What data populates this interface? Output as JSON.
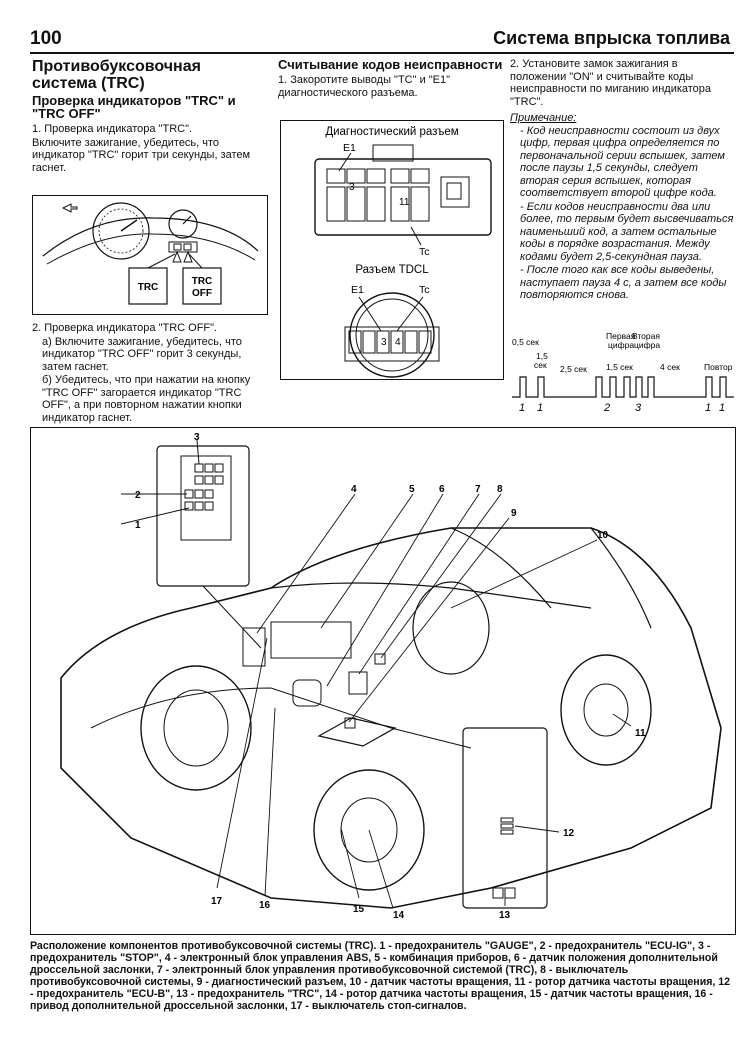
{
  "header": {
    "page_number": "100",
    "title": "Система впрыска топлива"
  },
  "col1": {
    "heading": "Противобуксовочная система (TRC)",
    "subheading": "Проверка индикаторов \"TRC\" и \"TRC OFF\"",
    "step1_title": "1. Проверка индикатора \"TRC\".",
    "step1_text": "Включите зажигание, убедитесь, что индикатор \"TRC\" горит три секунды, затем гаснет.",
    "fig_label_trc": "TRC",
    "fig_label_trc_off_1": "TRC",
    "fig_label_trc_off_2": "OFF",
    "step2_title": "2. Проверка индикатора \"TRC OFF\".",
    "step2_a": "а) Включите зажигание, убедитесь, что индикатор \"TRC OFF\" горит 3 секунды, затем гаснет.",
    "step2_b": "б) Убедитесь, что при нажатии на кнопку \"TRC OFF\" загорается индикатор \"TRC OFF\", а при повторном нажатии кнопки индикатор гаснет."
  },
  "col2": {
    "heading": "Считывание кодов неисправности",
    "step1": "1. Закоротите выводы \"TC\" и \"E1\" диагностического разъема.",
    "fig_title_1": "Диагностический разъем",
    "fig_title_2": "Разъем TDCL",
    "label_e1": "E1",
    "label_tc": "Tc",
    "label_3": "3",
    "label_11": "11",
    "label_4": "4"
  },
  "col3": {
    "step2": "2. Установите замок зажигания в положении \"ON\" и считывайте коды неисправности по миганию индикатора \"TRC\".",
    "note_title": "Примечание:",
    "note_1": "- Код неисправности состоит из двух цифр, первая цифра определяется по первоначальной серии вспышек, затем после паузы 1,5 секунды, следует вторая серия вспышек, которая соответствует второй цифре кода.",
    "note_2": "- Если кодов неисправности два или более, то первым будет высвечиваться наименьший код, а затем остальные коды в порядке возрастания. Между кодами будет 2,5-секундная пауза.",
    "note_3": "- После того как все коды выведены, наступает пауза 4 с, а затем все коды повторяются снова.",
    "timing": {
      "t_05": "0,5 сек",
      "t_15a_1": "1,5",
      "t_15a_2": "сек",
      "t_25": "2,5 сек",
      "t_15b": "1,5 сек",
      "t_4": "4 сек",
      "first_digit_1": "Первая",
      "first_digit_2": "цифра",
      "second_digit_1": "Вторая",
      "second_digit_2": "цифра",
      "repeat": "Повтор",
      "n1a": "1",
      "n1b": "1",
      "n2": "2",
      "n3": "3",
      "n1c": "1",
      "n1d": "1"
    }
  },
  "main_figure": {
    "callouts": [
      "1",
      "2",
      "3",
      "4",
      "5",
      "6",
      "7",
      "8",
      "9",
      "10",
      "11",
      "12",
      "13",
      "14",
      "15",
      "16",
      "17"
    ]
  },
  "caption": "Расположение компонентов противобуксовочной системы (TRC). 1 - предохранитель \"GAUGE\", 2 - предохранитель \"ECU-IG\", 3 - предохранитель \"STOP\", 4 - электронный блок управления ABS, 5 - комбинация приборов, 6 - датчик положения дополнительной дроссельной заслонки, 7 - электронный блок управления противобуксовочной системой (TRC), 8 - выключатель противобуксовочной системы, 9 - диагностический разъем, 10 - датчик частоты вращения, 11 - ротор датчика частоты вращения, 12 - предохранитель \"ECU-B\", 13 - предохранитель \"TRC\", 14 - ротор датчика частоты вращения, 15 - датчик частоты вращения, 16 - привод дополнительной дроссельной заслонки, 17 - выключатель стоп-сигналов."
}
